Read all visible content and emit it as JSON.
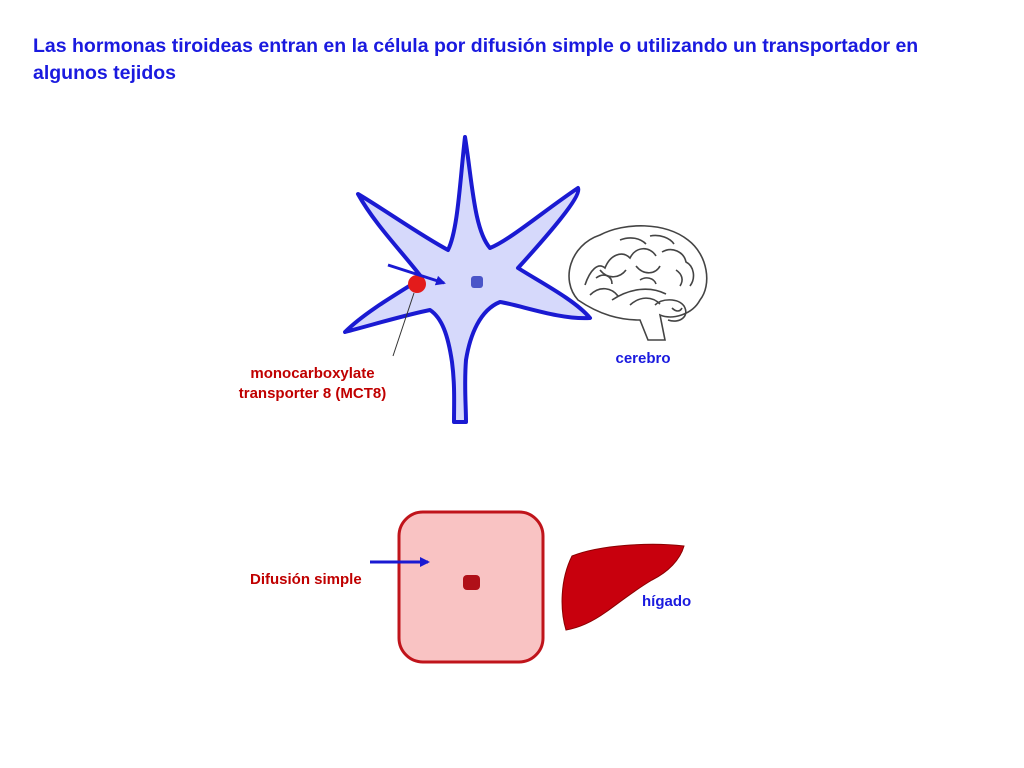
{
  "title": "Las hormonas tiroideas entran en la célula por difusión simple o utilizando un transportador en algunos tejidos",
  "labels": {
    "transporter": "monocarboxylate transporter 8 (MCT8)",
    "transporter_line1": "monocarboxylate",
    "transporter_line2": "transporter 8 (MCT8)",
    "brain": "cerebro",
    "diffusion": "Difusión simple",
    "liver": "hígado"
  },
  "colors": {
    "title": "#1a1adf",
    "neuron_fill": "#d6d9fb",
    "neuron_stroke": "#1a1ad2",
    "nucleus_neuron": "#4a55c8",
    "transporter_dot": "#e31b1b",
    "label_red": "#c00000",
    "label_blue": "#1a1adf",
    "cell_fill": "#f9c3c3",
    "cell_stroke": "#c0141b",
    "nucleus_cell": "#b01018",
    "liver_fill": "#c8000d",
    "arrow": "#1a1ad2"
  },
  "icons": [
    "neuron-cell",
    "brain-icon",
    "liver-icon",
    "transport-arrow"
  ]
}
